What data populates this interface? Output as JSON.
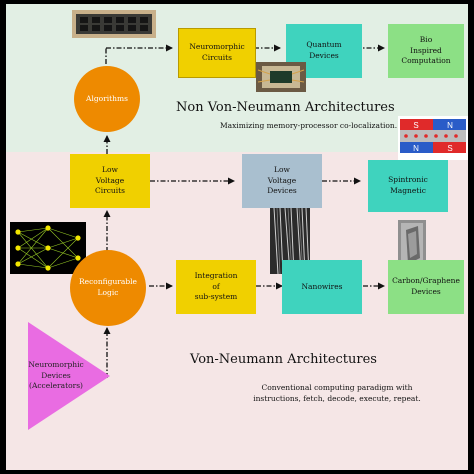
{
  "colors": {
    "top_region": "#e2efe4",
    "bottom_region": "#f5e6e6",
    "yellow": "#f0d000",
    "orange": "#ee8a00",
    "teal": "#3fd3be",
    "green": "#8ce085",
    "steelblue": "#a9bfcf",
    "magenta": "#e96ce2"
  },
  "top_section": {
    "title": "Non Von-Neumann Architectures",
    "subtitle": "Maximizing memory-processor co-localization."
  },
  "bottom_section": {
    "title": "Von-Neumann Architectures",
    "subtitle": "Conventional computing paradigm with\ninstructions, fetch, decode, execute, repeat."
  },
  "nodes": {
    "neuromorphic_circuits": "Neuromorphic\nCircuits",
    "quantum_devices": "Quantum\nDevices",
    "bio_inspired": "Bio\nInspired\nComputation",
    "algorithms": "Algorithms",
    "low_voltage_circuits": "Low\nVoltage\nCircuits",
    "low_voltage_devices": "Low\nVoltage\nDevices",
    "spintronic_magnetic": "Spintronic\nMagnetic",
    "reconfigurable_logic": "Reconfigurable\nLogic",
    "integration": "Integration\nof\nsub-system",
    "nanowires": "Nanowires",
    "carbon_graphene": "Carbon/Graphene\nDevices",
    "accelerators": "Neuromorphic\nDevices\n(Accelerators)"
  },
  "magnet_labels": [
    "S",
    "N",
    "N",
    "S"
  ],
  "icons": [
    "chip-board-photo",
    "quantum-chip-photo",
    "magnet-stack-icon",
    "neural-network-icon",
    "nanowire-micrograph-photo",
    "graphene-device-photo"
  ]
}
